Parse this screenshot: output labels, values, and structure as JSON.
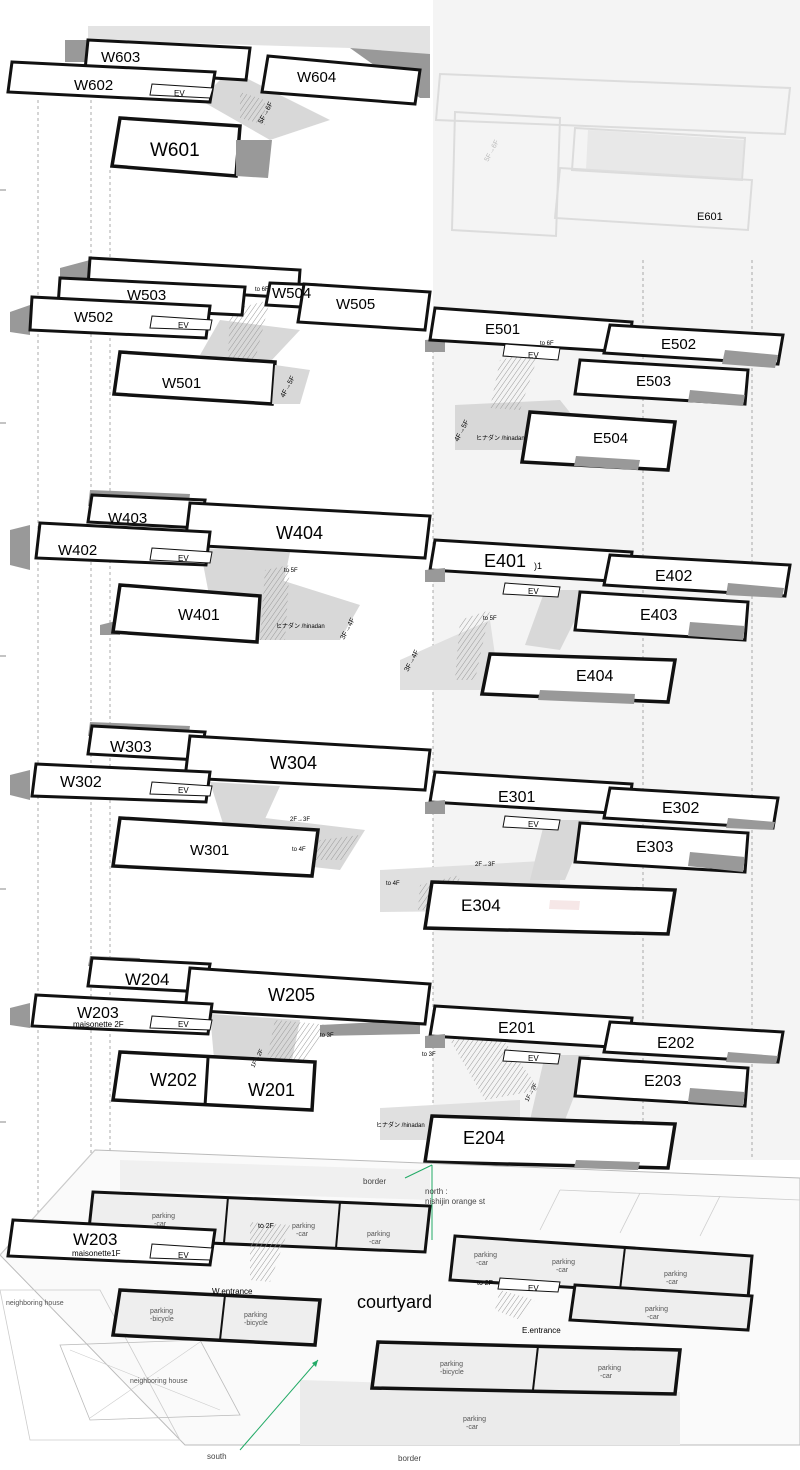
{
  "floors": {
    "f6": {
      "units": {
        "w603": "W603",
        "w602": "W602",
        "w604": "W604",
        "w601": "W601",
        "e601": "E601"
      },
      "ev": "EV",
      "stair": "5F→6F",
      "stair_e": "5F→6F"
    },
    "f5": {
      "units": {
        "w503": "W503",
        "w502": "W502",
        "w504": "W504",
        "w505": "W505",
        "w501": "W501",
        "e501": "E501",
        "e502": "E502",
        "e503": "E503",
        "e504": "E504"
      },
      "ev_w": "EV",
      "ev_e": "EV",
      "to6_w": "to 6F",
      "to6_e": "to 6F",
      "stair_w": "4F→5F",
      "stair_e": "4F→5F",
      "hinadan": "ヒナダン /hinadan"
    },
    "f4": {
      "units": {
        "w403": "W403",
        "w402": "W402",
        "w404": "W404",
        "w401": "W401",
        "e401": "E401",
        "e401_suffix": ")1",
        "e402": "E402",
        "e403": "E403",
        "e404": "E404"
      },
      "ev_w": "EV",
      "ev_e": "EV",
      "to5_w": "to 5F",
      "to5_e": "to 5F",
      "stair_w": "3F→4F",
      "stair_e": "3F→4F",
      "hinadan": "ヒナダン /hinadan"
    },
    "f3": {
      "units": {
        "w303": "W303",
        "w302": "W302",
        "w304": "W304",
        "w301": "W301",
        "e301": "E301",
        "e302": "E302",
        "e303": "E303",
        "e304": "E304"
      },
      "ev_w": "EV",
      "ev_e": "EV",
      "stair_w": "2F→3F",
      "stair_e": "2F→3F",
      "to4_w": "to 4F",
      "to4_e": "to 4F"
    },
    "f2": {
      "units": {
        "w204": "W204",
        "w203": "W203",
        "w203_sub": "maisonette 2F",
        "w205": "W205",
        "w202": "W202",
        "w201": "W201",
        "e201": "E201",
        "e202": "E202",
        "e203": "E203",
        "e204": "E204"
      },
      "ev_w": "EV",
      "ev_e": "EV",
      "stair_w": "1F→2F",
      "stair_e": "1F→2F",
      "to3_w": "to 3F",
      "to3_e": "to 3F",
      "hinadan": "ヒナダン /hinadan"
    },
    "f1": {
      "w203": "W203",
      "w203_sub": "maisonette1F",
      "ev_w": "EV",
      "ev_e": "EV",
      "to2_w": "to 2F",
      "to2_e": "to 2F",
      "w_entrance": "W.entrance",
      "e_entrance": "E.entrance",
      "courtyard": "courtyard",
      "parking_car": "parking\n-car",
      "parking_bicycle": "parking\n-bicycle",
      "neighboring_house": "neighboring house",
      "border": "border",
      "north": "north :",
      "north_street": "nishijin orange st",
      "south": "south"
    }
  }
}
